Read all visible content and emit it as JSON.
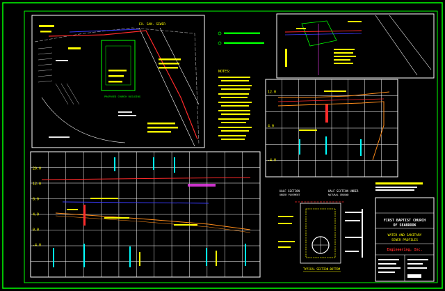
{
  "colors": {
    "background": "#000000",
    "border": "#00ff00",
    "grid": "#ffffff",
    "annotation": "#ffff00",
    "accent_red": "#ff2a2a",
    "accent_blue": "#3a3aff",
    "accent_cyan": "#00ffff",
    "accent_orange": "#ff8c1a",
    "accent_magenta": "#ff40ff"
  },
  "title_block": {
    "project_line1": "FIRST BAPTIST CHURCH",
    "project_line2": "OF SEABROOK",
    "drawing_line1": "WATER AND SANITARY",
    "drawing_line2": "SEWER PROFILES",
    "firm": "Engineering, Inc."
  },
  "site_plan": {
    "utility_label": "EX. SAN. SEWER",
    "building_label": "PROPOSED CHURCH BUILDING"
  },
  "profile_left": {
    "y_ticks": [
      "20.0",
      "12.0",
      "8.0",
      "4.0",
      "0.0",
      "-4.0"
    ]
  },
  "profile_right": {
    "y_ticks": [
      "12.0",
      "4.0",
      "-4.0"
    ]
  },
  "notes": {
    "heading": "NOTES:"
  },
  "section_detail": {
    "half_section_left": "HALF SECTION",
    "half_section_left_sub": "UNDER PAVEMENT",
    "half_section_right": "HALF SECTION UNDER",
    "half_section_right_sub": "NATURAL GROUND",
    "caption": "TYPICAL SECTION-BOTTOM"
  }
}
